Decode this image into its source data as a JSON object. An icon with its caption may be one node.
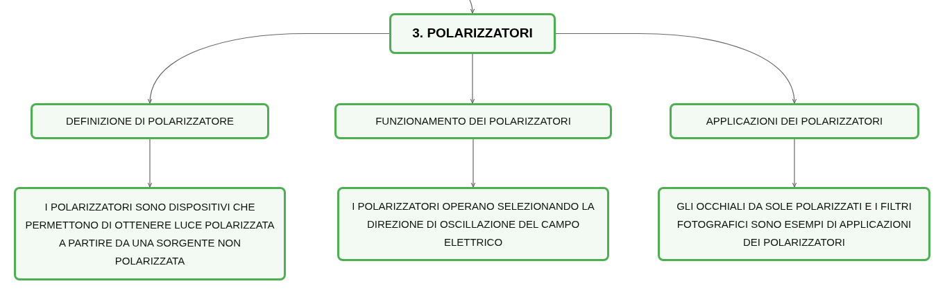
{
  "diagram": {
    "nodes": [
      {
        "text": [
          "3. POLARIZZATORI"
        ]
      },
      {
        "text": [
          "DEFINIZIONE DI POLARIZZATORE"
        ]
      },
      {
        "text": [
          "FUNZIONAMENTO DEI POLARIZZATORI"
        ]
      },
      {
        "text": [
          "APPLICAZIONI DEI POLARIZZATORI"
        ]
      },
      {
        "text": [
          "I POLARIZZATORI SONO DISPOSITIVI CHE PERMETTONO DI OTTENERE LUCE POLARIZZATA A PARTIRE DA UNA SORGENTE NON POLARIZZATA"
        ]
      },
      {
        "text": [
          "I POLARIZZATORI OPERANO SELEZIONANDO LA DIREZIONE DI OSCILLAZIONE DEL CAMPO ELETTRICO"
        ]
      },
      {
        "text": [
          "GLI OCCHIALI DA SOLE POLARIZZATI E I FILTRI FOTOGRAFICI SONO ESEMPI DI APPLICAZIONI DEI POLARIZZATORI"
        ]
      }
    ],
    "edges": [
      {
        "from": null,
        "to": 0,
        "arrow": "to"
      },
      {
        "from": 0,
        "to": 1,
        "arrow": "to"
      },
      {
        "from": 0,
        "to": 2,
        "arrow": "to"
      },
      {
        "from": 0,
        "to": 3,
        "arrow": "to"
      },
      {
        "from": 1,
        "to": 4,
        "arrow": "to"
      },
      {
        "from": 2,
        "to": 5,
        "arrow": "to"
      },
      {
        "from": 3,
        "to": 6,
        "arrow": "to"
      }
    ]
  }
}
